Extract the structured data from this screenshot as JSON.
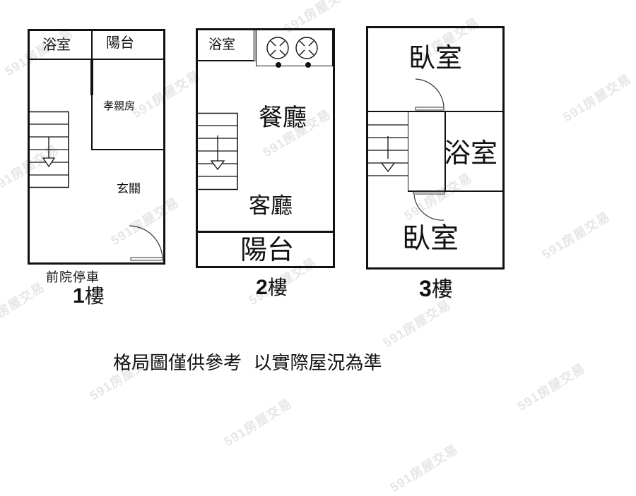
{
  "floors": [
    {
      "id": "floor-1",
      "label_number": "1",
      "label_suffix": "樓",
      "note": "前院停車",
      "rooms": {
        "bathroom": "浴室",
        "balcony": "陽台",
        "elder_room": "孝親房",
        "entrance": "玄關"
      }
    },
    {
      "id": "floor-2",
      "label_number": "2",
      "label_suffix": "樓",
      "rooms": {
        "bathroom": "浴室",
        "dining": "餐廳",
        "living": "客廳",
        "balcony": "陽台"
      }
    },
    {
      "id": "floor-3",
      "label_number": "3",
      "label_suffix": "樓",
      "rooms": {
        "bedroom_top": "臥室",
        "bathroom": "浴室",
        "bedroom_bottom": "臥室"
      }
    }
  ],
  "disclaimer": "格局圖僅供參考  以實際屋況為準",
  "watermark": "591房屋交易",
  "icons": [
    "stairs-icon",
    "down-arrow-icon",
    "door-swing-icon",
    "stove-burner-icon"
  ],
  "colors": {
    "wall": "#111111",
    "background": "#ffffff",
    "watermark": "#d0d0d0"
  }
}
